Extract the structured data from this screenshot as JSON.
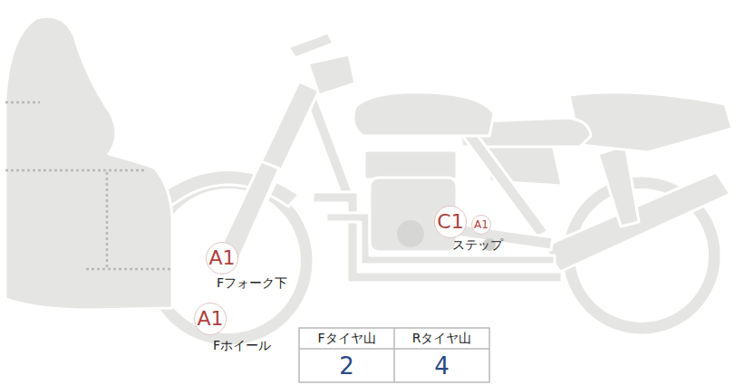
{
  "diagram": {
    "nodes": [
      {
        "text": [
          "C1"
        ]
      },
      {
        "text": [
          "A1"
        ]
      },
      {
        "text": [
          "A1"
        ]
      },
      {
        "text": [
          "A1"
        ]
      }
    ],
    "labels": [
      "ステップ",
      "Fフォーク下",
      "Fホイール",
      "Fタイヤ山",
      "Rタイヤ山",
      "2",
      "4"
    ]
  }
}
